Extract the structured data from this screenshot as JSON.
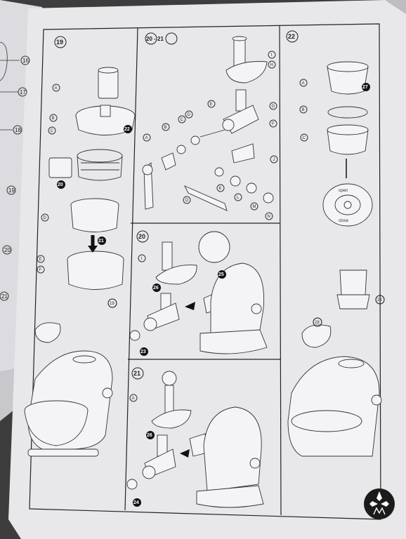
{
  "left_page": {
    "callouts": [
      "16",
      "17",
      "18",
      "19",
      "20",
      "21"
    ]
  },
  "panels": {
    "p19": {
      "title": "19",
      "parts": [
        "A",
        "B",
        "C",
        "D",
        "E",
        "F"
      ],
      "steps": [
        "22",
        "20",
        "21",
        "19"
      ]
    },
    "p20_21": {
      "title": "20 - 21",
      "parts": [
        "I",
        "H",
        "G",
        "F",
        "E",
        "D",
        "C",
        "B",
        "A",
        "J",
        "K",
        "L",
        "M",
        "N",
        "O"
      ]
    },
    "p22": {
      "title": "22",
      "parts": [
        "A",
        "B",
        "C"
      ],
      "steps": [
        "27",
        "29",
        "28"
      ],
      "lid_text_open": "open",
      "lid_text_close": "close"
    },
    "p20": {
      "title": "20",
      "parts": [
        "I"
      ],
      "steps": [
        "25",
        "26",
        "23"
      ]
    },
    "p21": {
      "title": "21",
      "parts": [
        "A"
      ],
      "steps": [
        "26",
        "24"
      ]
    }
  },
  "colors": {
    "paper": "#e9e9ec",
    "line": "#2a2a2a",
    "shadow": "#3a3a3a",
    "watermark_bg": "#1b1b1b"
  },
  "watermark_icon": "logo-icon"
}
